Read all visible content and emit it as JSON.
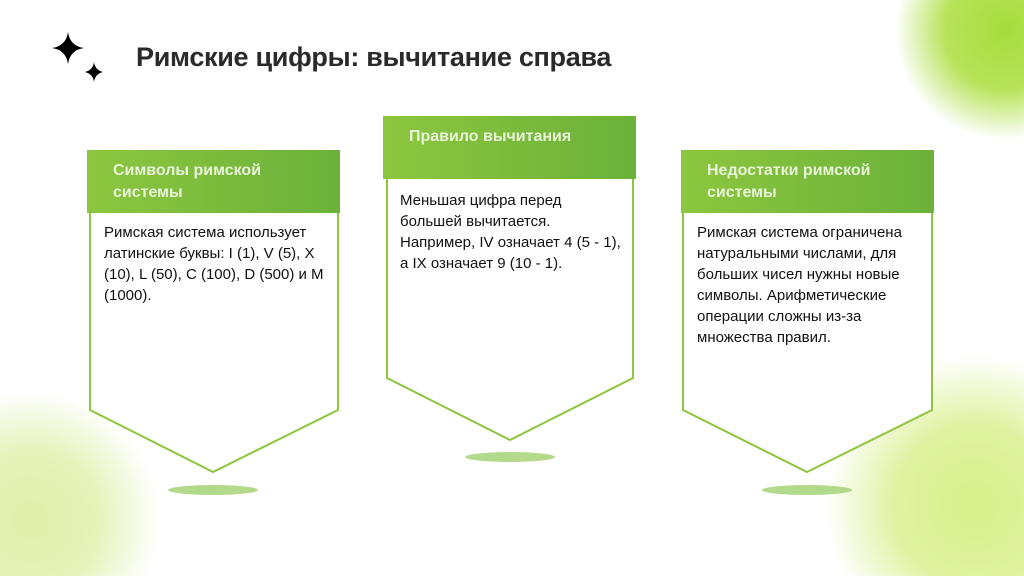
{
  "title": "Римские цифры: вычитание справа",
  "cards": [
    {
      "header": "Символы римской системы",
      "body": "Римская система использует латинские буквы: I (1), V (5), X (10), L (50), C (100), D (500) и M (1000)."
    },
    {
      "header": "Правило вычитания",
      "body": "Меньшая цифра перед большей вычитается. Например, IV означает 4 (5 - 1), а IX означает 9 (10 - 1)."
    },
    {
      "header": "Недостатки римской системы",
      "body": "Римская система ограничена натуральными числами, для больших чисел нужны новые символы. Арифметические операции сложны из-за множества правил."
    }
  ],
  "colors": {
    "accent": "#7dbb3c",
    "outline": "#8cc63f"
  }
}
